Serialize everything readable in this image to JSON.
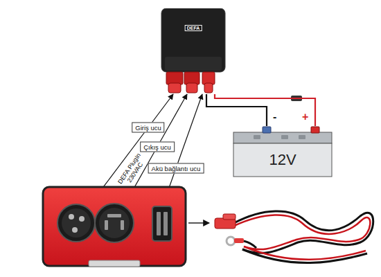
{
  "diagram": {
    "nodes": [
      {
        "text": [
          "DEFA"
        ]
      },
      {
        "text": [
          "12V"
        ]
      },
      {
        "text": [
          "Giriş ucu"
        ]
      },
      {
        "text": [
          "Çıkış ucu"
        ]
      },
      {
        "text": [
          "Akü bağlantı ucu"
        ]
      }
    ],
    "edges": [
      {
        "from": 0,
        "to": 1,
        "arrow": "none"
      },
      {
        "from": 0,
        "to": 1,
        "arrow": "none"
      },
      {
        "from": 2,
        "to": 0,
        "arrow": "to"
      },
      {
        "from": 3,
        "to": 0,
        "arrow": "to"
      },
      {
        "from": 4,
        "to": 0,
        "arrow": "to"
      }
    ],
    "labels": [
      "-",
      "+",
      "DEFA PlugIn 230VAC"
    ]
  }
}
